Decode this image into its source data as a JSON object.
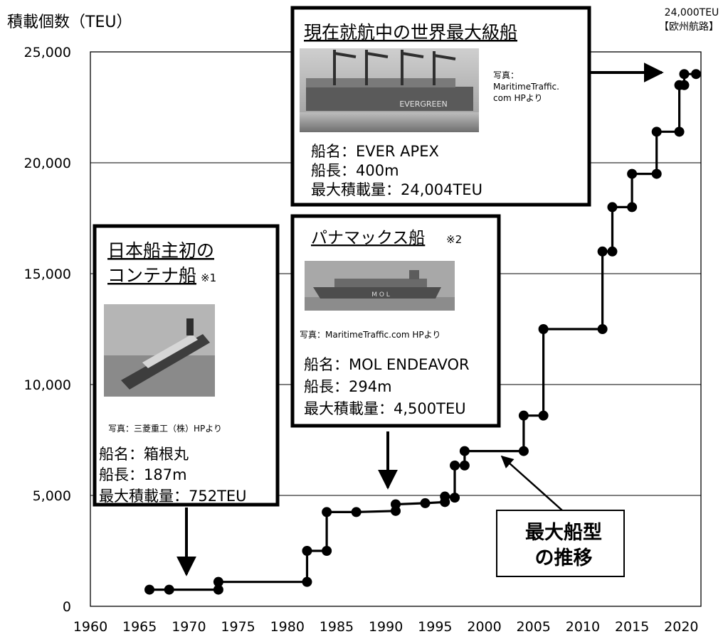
{
  "chart_data": {
    "type": "line",
    "ylabel": "積載個数（TEU）",
    "xlim": [
      1960,
      2022
    ],
    "ylim": [
      0,
      25000
    ],
    "x_ticks": [
      "1960",
      "1965",
      "1970",
      "1975",
      "1980",
      "1985",
      "1990",
      "1995",
      "2000",
      "2005",
      "2010",
      "2015",
      "2020"
    ],
    "y_ticks": [
      "0",
      "5,000",
      "10,000",
      "15,000",
      "20,000",
      "25,000"
    ],
    "grid": "horizontal",
    "series": [
      {
        "step_line": true,
        "points": [
          {
            "x": 1966,
            "y": 750
          },
          {
            "x": 1968,
            "y": 750
          },
          {
            "x": 1973,
            "y": 750
          },
          {
            "x": 1973,
            "y": 1100
          },
          {
            "x": 1982,
            "y": 1100
          },
          {
            "x": 1982,
            "y": 2500
          },
          {
            "x": 1984,
            "y": 2500
          },
          {
            "x": 1984,
            "y": 4250
          },
          {
            "x": 1987,
            "y": 4250
          },
          {
            "x": 1991,
            "y": 4300
          },
          {
            "x": 1991,
            "y": 4600
          },
          {
            "x": 1994,
            "y": 4650
          },
          {
            "x": 1996,
            "y": 4700
          },
          {
            "x": 1996,
            "y": 4950
          },
          {
            "x": 1997,
            "y": 4900
          },
          {
            "x": 1997,
            "y": 6350
          },
          {
            "x": 1998,
            "y": 6350
          },
          {
            "x": 1998,
            "y": 7000
          },
          {
            "x": 2004,
            "y": 7000
          },
          {
            "x": 2004,
            "y": 8600
          },
          {
            "x": 2006,
            "y": 8600
          },
          {
            "x": 2006,
            "y": 12500
          },
          {
            "x": 2012,
            "y": 12500
          },
          {
            "x": 2012,
            "y": 16000
          },
          {
            "x": 2013,
            "y": 16000
          },
          {
            "x": 2013,
            "y": 18000
          },
          {
            "x": 2015,
            "y": 18000
          },
          {
            "x": 2015,
            "y": 19500
          },
          {
            "x": 2017.5,
            "y": 19500
          },
          {
            "x": 2017.5,
            "y": 21400
          },
          {
            "x": 2019.8,
            "y": 21400
          },
          {
            "x": 2019.8,
            "y": 23500
          },
          {
            "x": 2020.3,
            "y": 23500
          },
          {
            "x": 2020.3,
            "y": 24000
          },
          {
            "x": 2021.5,
            "y": 24000
          }
        ]
      }
    ],
    "top_right_note": [
      "24,000TEU",
      "【欧州航路】"
    ],
    "trend_label": [
      "最大船型",
      "の推移"
    ],
    "callouts": [
      {
        "title": "現在就航中の世界最大級船",
        "photo_credit": [
          "写真：",
          "MaritimeTraffic.",
          "com HPより"
        ],
        "photo_text": "EVERGREEN",
        "info": [
          "船名：EVER APEX",
          "船長：400m",
          "最大積載量：24,004TEU"
        ]
      },
      {
        "title": "パナマックス船",
        "note": "※2",
        "photo_text": "M O L",
        "photo_credit": "写真：MaritimeTraffic.com HPより",
        "info": [
          "船名：MOL ENDEAVOR",
          "船長：294m",
          "最大積載量：4,500TEU"
        ]
      },
      {
        "title_lines": [
          "日本船主初の",
          "コンテナ船"
        ],
        "note": "※1",
        "photo_credit": "写真：三菱重工（株）HPより",
        "info": [
          "船名：箱根丸",
          "船長：187m",
          "最大積載量：752TEU"
        ]
      }
    ]
  }
}
